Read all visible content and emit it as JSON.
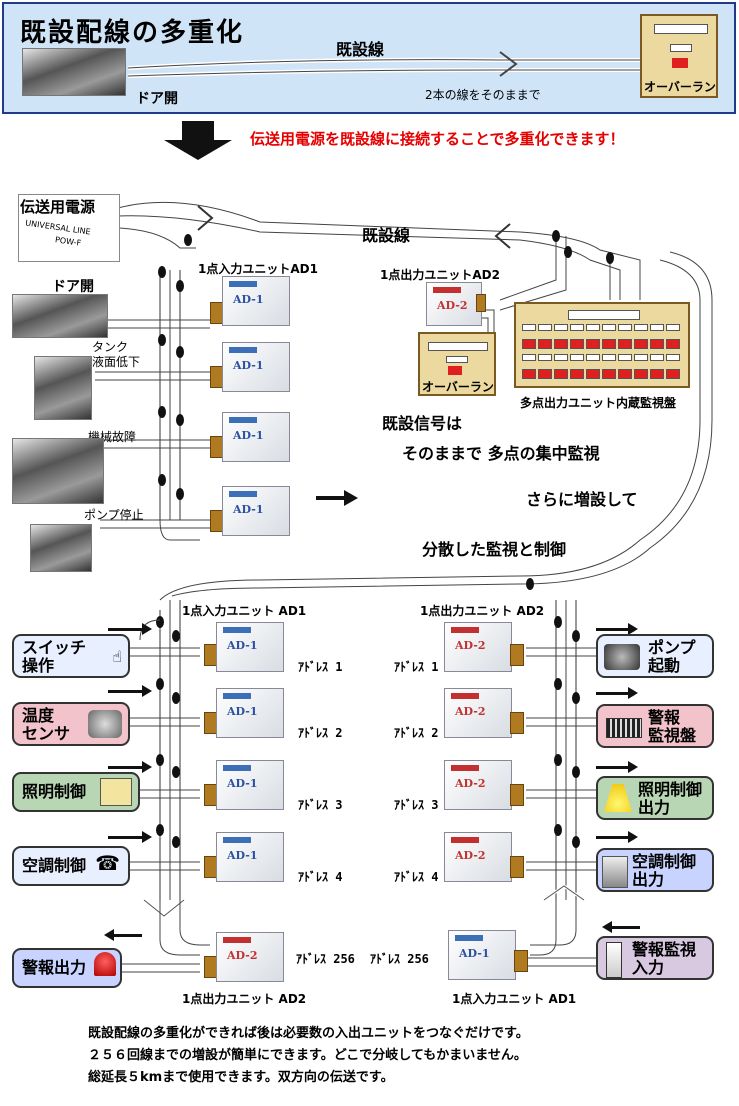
{
  "top": {
    "title": "既設配線の多重化",
    "wire_label": "既設線",
    "door_label": "ドア開",
    "note": "2本の線をそのままで",
    "overrun_label": "オーバーラン"
  },
  "headline": "伝送用電源を既設線に接続することで多重化できます！",
  "main": {
    "power_label": "伝送用電源",
    "power_device_text": "UNIVERSAL LINE",
    "power_device_sub": "POW-F",
    "existing_wire": "既設線",
    "in_unit_title": "1点入力ユニットAD1",
    "out_unit_title": "1点出力ユニットAD2",
    "sensors": {
      "door": "ドア開",
      "tank": "タンク\n液面低下",
      "machine": "機械故障",
      "pump_stop": "ポンプ停止"
    },
    "overrun_label": "オーバーラン",
    "panel_label": "多点出力ユニット内蔵監視盤",
    "signal_line1": "既設信号は",
    "signal_line2": "そのままで 多点の集中監視",
    "expand_line1": "さらに増設して",
    "expand_line2": "分散した監視と制御"
  },
  "lower": {
    "left_unit_title": "1点入力ユニット AD1",
    "right_unit_title": "1点出力ユニット AD2",
    "bottom_left_title": "1点出力ユニット AD2",
    "bottom_right_title": "1点入力ユニット AD1",
    "left_inputs": [
      "スイッチ\n操作",
      "温度\nセンサ",
      "照明制御",
      "空調制御"
    ],
    "left_addresses": [
      "ｱﾄﾞﾚｽ 1",
      "ｱﾄﾞﾚｽ 2",
      "ｱﾄﾞﾚｽ 3",
      "ｱﾄﾞﾚｽ 4"
    ],
    "right_addresses": [
      "ｱﾄﾞﾚｽ 1",
      "ｱﾄﾞﾚｽ 2",
      "ｱﾄﾞﾚｽ 3",
      "ｱﾄﾞﾚｽ 4"
    ],
    "right_outputs": [
      "ポンプ\n起動",
      "警報\n監視盤",
      "照明制御\n出力",
      "空調制御\n出力"
    ],
    "alarm_out": "警報出力",
    "alarm_addr": "ｱﾄﾞﾚｽ 256",
    "right_bottom_addr": "ｱﾄﾞﾚｽ 256",
    "right_bottom_input": "警報監視\n入力"
  },
  "footer": [
    "既設配線の多重化ができれば後は必要数の入出ユニットをつなぐだけです。",
    "２５６回線までの増設が簡単にできます。どこで分岐してもかまいません。",
    "総延長５kmまで使用できます。双方向の伝送です。"
  ],
  "unit_marks": {
    "input": "AD-1",
    "output": "AD-2",
    "brand": "UNIVERSAL LINE"
  },
  "colors": {
    "panel_bg": "#cfe4f7",
    "panel_border": "#203a8c",
    "headline": "#e60000",
    "input_blue": "#e0ecff",
    "input_pink": "#f0c0c8",
    "input_green": "#b8d4b0",
    "output_blue": "#c8d4ff"
  }
}
